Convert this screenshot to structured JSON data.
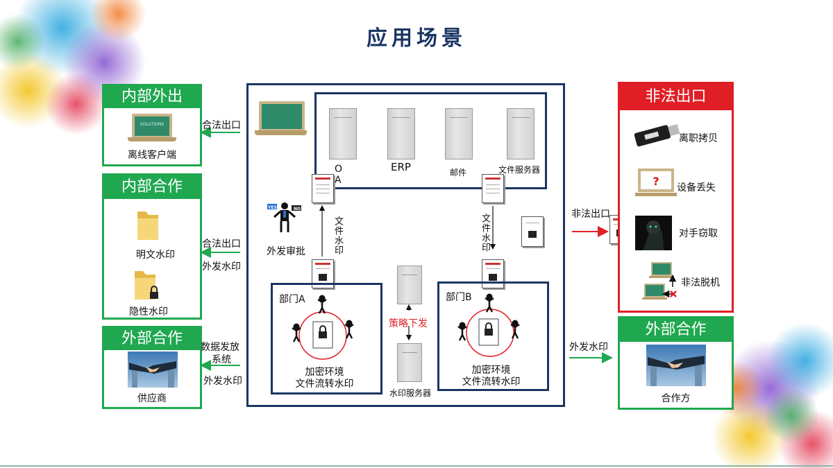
{
  "title": "应用场景",
  "left": {
    "internal_out": {
      "header": "内部外出",
      "device_label": "离线客户端",
      "screen_text": "SOLUTIONS",
      "arrow_label": "合法出口"
    },
    "internal_coop": {
      "header": "内部合作",
      "item1": "明文水印",
      "item2": "隐性水印",
      "arrow_label1": "合法出口",
      "arrow_label2": "外发水印"
    },
    "external_coop": {
      "header": "外部合作",
      "device_label": "供应商",
      "arrow_label1": "数据发放",
      "arrow_label1b": "系统",
      "arrow_label2": "外发水印"
    }
  },
  "center": {
    "servers": {
      "oa": "O\nA",
      "erp": "ERP",
      "mail": "邮件",
      "file_server": "文件服务器"
    },
    "file_watermark_left": "文件水印",
    "file_watermark_right": "文件水印",
    "approval": "外发审批",
    "approval_yes": "YES!",
    "approval_no": "NO!",
    "dept_a": {
      "name": "部门A",
      "line1": "加密环境",
      "line2": "文件流转水印"
    },
    "dept_b": {
      "name": "部门B",
      "line1": "加密环境",
      "line2": "文件流转水印"
    },
    "policy": "策略下发",
    "watermark_server": "水印服务器"
  },
  "right": {
    "illegal": {
      "header": "非法出口",
      "arrow_label": "非法出口",
      "items": [
        "离职拷贝",
        "设备丢失",
        "对手窃取",
        "非法脱机"
      ]
    },
    "external_coop": {
      "header": "外部合作",
      "arrow_label": "外发水印",
      "device_label": "合作方"
    }
  },
  "colors": {
    "green": "#1fa84f",
    "red": "#e01e25",
    "navy": "#1a3563",
    "title": "#1a3563"
  },
  "icons": [
    "laptop-icon",
    "folder-icon",
    "lock-icon",
    "handshake-icon",
    "server-icon",
    "document-icon",
    "person-icon",
    "usb-icon",
    "hacker-icon"
  ]
}
